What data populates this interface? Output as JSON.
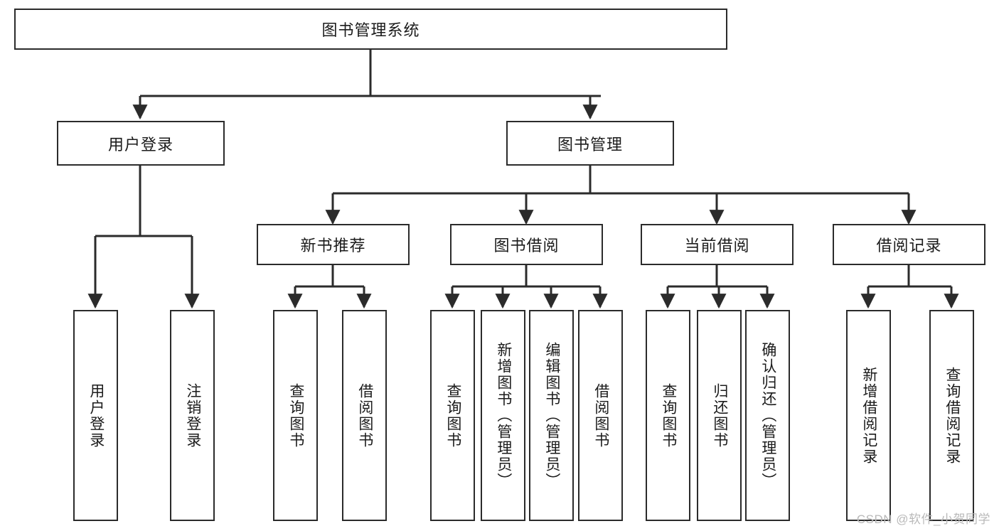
{
  "diagram": {
    "title": "图书管理系统",
    "root": {
      "label": "图书管理系统"
    },
    "level1": [
      {
        "label": "用户登录"
      },
      {
        "label": "图书管理"
      }
    ],
    "level2": [
      {
        "label": "新书推荐"
      },
      {
        "label": "图书借阅"
      },
      {
        "label": "当前借阅"
      },
      {
        "label": "借阅记录"
      }
    ],
    "leaves": [
      {
        "label": "用户登录",
        "parent": "用户登录"
      },
      {
        "label": "注销登录",
        "parent": "用户登录"
      },
      {
        "label": "查询图书",
        "parent": "新书推荐"
      },
      {
        "label": "借阅图书",
        "parent": "新书推荐"
      },
      {
        "label": "查询图书",
        "parent": "图书借阅"
      },
      {
        "label": "新增图书（管理员）",
        "parent": "图书借阅"
      },
      {
        "label": "编辑图书（管理员）",
        "parent": "图书借阅"
      },
      {
        "label": "借阅图书",
        "parent": "图书借阅"
      },
      {
        "label": "查询图书",
        "parent": "当前借阅"
      },
      {
        "label": "归还图书",
        "parent": "当前借阅"
      },
      {
        "label": "确认归还（管理员）",
        "parent": "当前借阅"
      },
      {
        "label": "新增借阅记录",
        "parent": "借阅记录"
      },
      {
        "label": "查询借阅记录",
        "parent": "借阅记录"
      }
    ]
  },
  "watermark": {
    "text": "CSDN @软件_小贺同学"
  },
  "colors": {
    "stroke": "#2b2b2b",
    "background": "#ffffff",
    "text": "#1b1b1b",
    "watermark": "#b9b9b9"
  }
}
